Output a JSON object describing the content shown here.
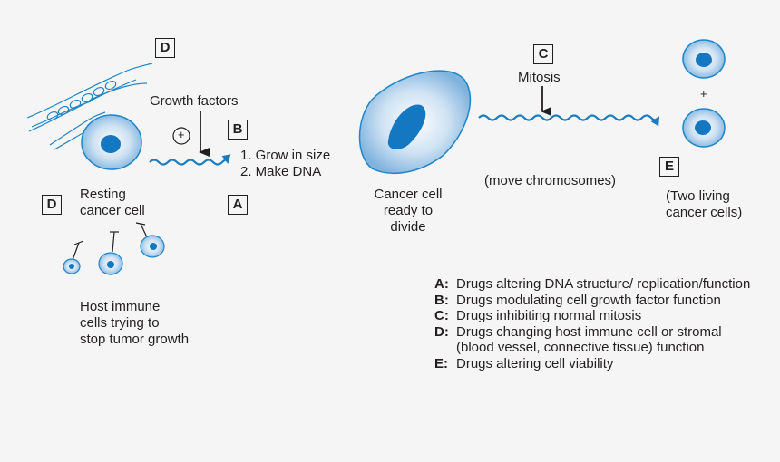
{
  "labels": {
    "d_top": "D",
    "growth_factors": "Growth factors",
    "plus_circle": "+",
    "b": "B",
    "step1": "1. Grow in size",
    "step2": "2. Make DNA",
    "a": "A",
    "d_left": "D",
    "resting_line1": "Resting",
    "resting_line2": "cancer cell",
    "host_line1": "Host immune",
    "host_line2": "cells trying to",
    "host_line3": "stop tumor growth",
    "cancer_line1": "Cancer cell",
    "cancer_line2": "ready to",
    "cancer_line3": "divide",
    "c": "C",
    "mitosis": "Mitosis",
    "move_chromosomes": "(move chromosomes)",
    "plus_cells": "+",
    "e": "E",
    "two_line1": "(Two living",
    "two_line2": "cancer cells)"
  },
  "legend": [
    {
      "key": "A:",
      "text": "Drugs altering DNA structure/ replication/function"
    },
    {
      "key": "B:",
      "text": "Drugs modulating cell growth factor function"
    },
    {
      "key": "C:",
      "text": "Drugs inhibiting normal mitosis"
    },
    {
      "key": "D:",
      "text": "Drugs changing host immune cell or stromal (blood vessel, connective tissue) function"
    },
    {
      "key": "E:",
      "text": "Drugs altering cell viability"
    }
  ],
  "colors": {
    "cell_fill": "#a9cbe8",
    "cell_edge": "#1f86c8",
    "nucleus": "#1477c1",
    "squiggle": "#1a7cc0",
    "text": "#231f20"
  }
}
